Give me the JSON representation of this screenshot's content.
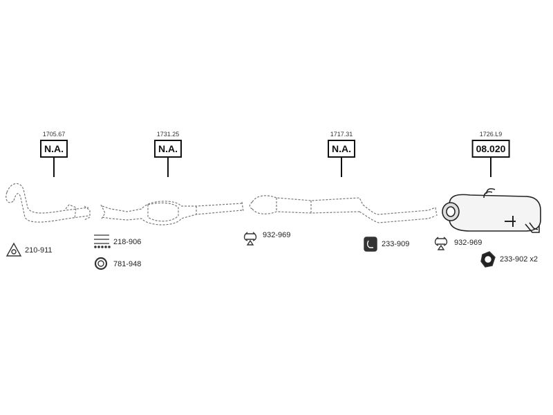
{
  "sections": [
    {
      "ref": "1705.67",
      "code": "N.A."
    },
    {
      "ref": "1731.25",
      "code": "N.A."
    },
    {
      "ref": "1717.31",
      "code": "N.A."
    },
    {
      "ref": "1726.L9",
      "code": "08.020"
    }
  ],
  "parts": {
    "gasket_triangle": "210-911",
    "bolt_kit": "218-906",
    "ring_gasket": "781-948",
    "clamp_1": "932-969",
    "rubber_mount": "233-909",
    "clamp_2": "932-969",
    "hex_nut": "233-902 x2"
  }
}
